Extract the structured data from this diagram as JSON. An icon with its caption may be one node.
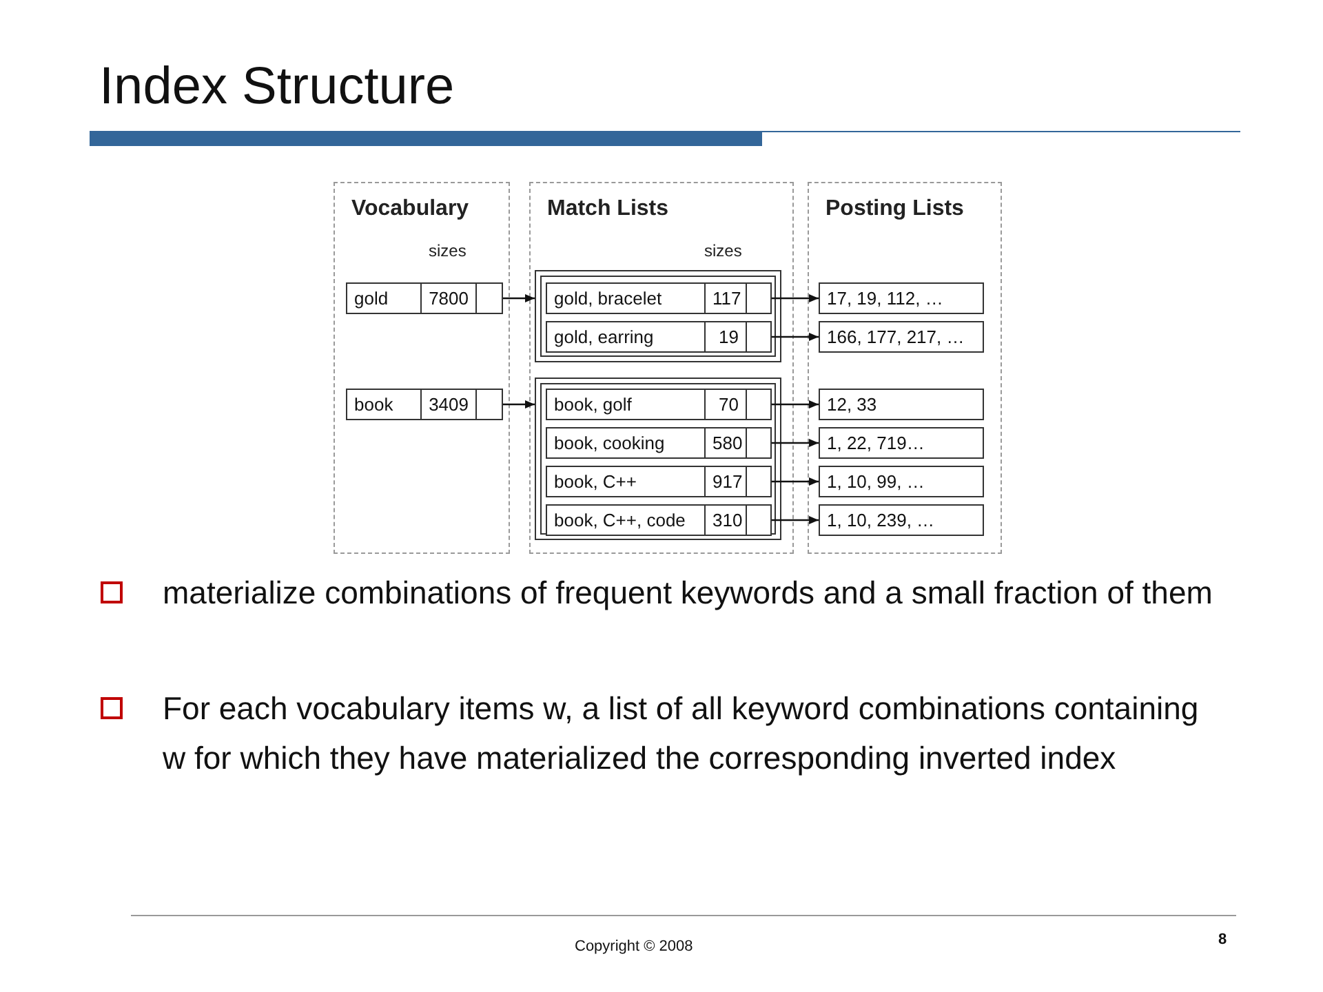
{
  "diagram": {
    "title": "Index Structure",
    "nodes": [
      {
        "text": [
          "Vocabulary",
          "sizes"
        ]
      },
      {
        "text": [
          "Match Lists",
          "sizes"
        ]
      },
      {
        "text": [
          "Posting Lists"
        ]
      },
      {
        "text": [
          "gold",
          "7800"
        ],
        "in": 0
      },
      {
        "text": [
          "book",
          "3409"
        ],
        "in": 0
      },
      {
        "text": [],
        "shape": "box",
        "in": 1
      },
      {
        "text": [
          "gold, bracelet",
          "117"
        ],
        "in": 5
      },
      {
        "text": [
          "gold, earring",
          "19"
        ],
        "in": 5
      },
      {
        "text": [],
        "shape": "box",
        "in": 1
      },
      {
        "text": [
          "book, golf",
          "70"
        ],
        "in": 8
      },
      {
        "text": [
          "book, cooking",
          "580"
        ],
        "in": 8
      },
      {
        "text": [
          "book, C++",
          "917"
        ],
        "in": 8
      },
      {
        "text": [
          "book, C++, code",
          "310"
        ],
        "in": 8
      },
      {
        "text": [
          "17, 19, 112, …"
        ],
        "in": 2
      },
      {
        "text": [
          "166, 177, 217, …"
        ],
        "in": 2
      },
      {
        "text": [
          "12, 33"
        ],
        "in": 2
      },
      {
        "text": [
          "1, 22, 719…"
        ],
        "in": 2
      },
      {
        "text": [
          "1, 10, 99, …"
        ],
        "in": 2
      },
      {
        "text": [
          "1, 10, 239, …"
        ],
        "in": 2
      }
    ],
    "edges": [
      {
        "from": 3,
        "to": 5,
        "arrow": "to"
      },
      {
        "from": 4,
        "to": 8,
        "arrow": "to"
      },
      {
        "from": 6,
        "to": 13,
        "arrow": "to"
      },
      {
        "from": 7,
        "to": 14,
        "arrow": "to"
      },
      {
        "from": 9,
        "to": 15,
        "arrow": "to"
      },
      {
        "from": 10,
        "to": 16,
        "arrow": "to"
      },
      {
        "from": 11,
        "to": 17,
        "arrow": "to"
      },
      {
        "from": 12,
        "to": 18,
        "arrow": "to"
      }
    ],
    "labels": [
      "materialize combinations of frequent keywords and a small fraction of them",
      "For each vocabulary items w, a list of all keyword combinations containing w for which they have materialized the corresponding inverted index",
      "Copyright © 2008",
      "8"
    ]
  }
}
